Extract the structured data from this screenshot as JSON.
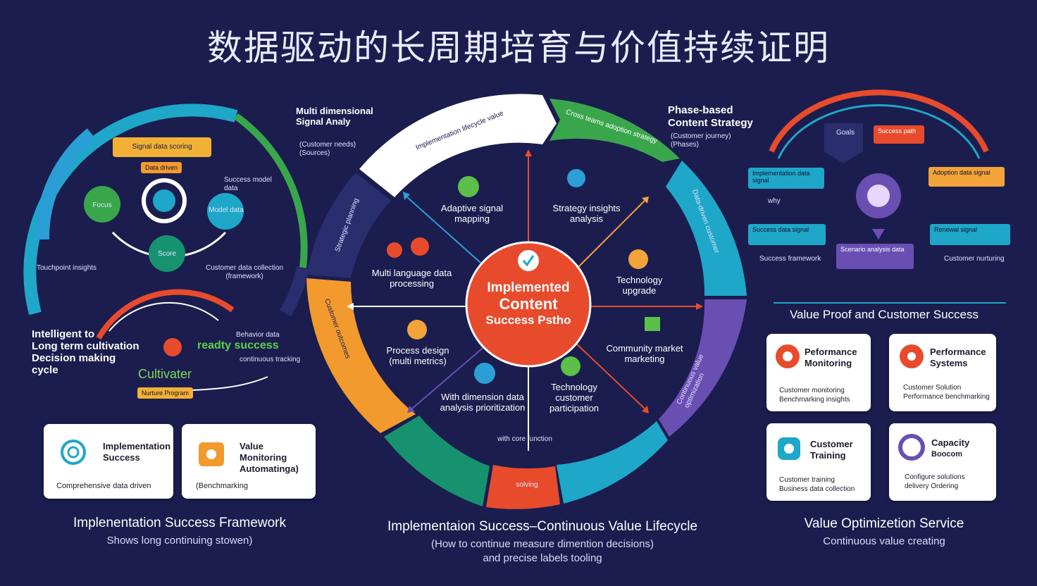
{
  "title": "数据驱动的长周期培育与价值持续证明",
  "center": {
    "line1": "Implemented",
    "line2": "Content",
    "line3": "Success Pstho"
  },
  "ring_segments": [
    "Implementation lifecycle value",
    "Cross teams adoption strategy",
    "Data-driven customer",
    "Continuous value optimization",
    "Customer outcomes",
    "Strategic planning"
  ],
  "spokes": [
    {
      "label": "Adaptive signal mapping",
      "color": "#5bbf4a"
    },
    {
      "label": "Strategy insights analysis",
      "color": "#2a9fd6"
    },
    {
      "label": "Multi language data processing",
      "color": "#e84b2c"
    },
    {
      "label": "Technology upgrade",
      "color": "#f2a33a"
    },
    {
      "label": "Process design (multi metrics)",
      "color": "#f2a33a"
    },
    {
      "label": "Community market marketing",
      "color": "#5bbf4a"
    },
    {
      "label": "With dimension data analysis prioritization",
      "color": "#2a9fd6"
    },
    {
      "label": "Technology customer participation",
      "color": "#5bbf4a"
    },
    {
      "label": "with core function",
      "color": "#fff"
    }
  ],
  "bottom_segment": "solving",
  "left": {
    "header": {
      "line1": "Multi dimensional",
      "line2": "Signal Analy",
      "line3": "(Customer needs)",
      "line4": "(Sources)"
    },
    "top_pill": "Signal data scoring",
    "small_pill": "Data driven",
    "nodes": [
      "Focus",
      "Model data",
      "Score"
    ],
    "side_texts": [
      "Success model data",
      "Touchpoint insights",
      "Customer data collection (framework)"
    ],
    "cultivate": {
      "intro1": "Intelligent to",
      "intro2": "Long term cultivation",
      "intro3": "Decision making",
      "intro4": "cycle",
      "ready": "readty success",
      "ready_note1": "Behavior data",
      "ready_note2": "continuous tracking",
      "word": "Cultivater",
      "note": "Nurture Program"
    }
  },
  "right": {
    "header": {
      "line1": "Phase-based",
      "line2": "Content Strategy",
      "line3": "(Customer journey)",
      "line4": "(Phases)"
    },
    "arc_pills": [
      "Goals",
      "Success path"
    ],
    "boxes": [
      "Implementation data signal",
      "Adoption data signal",
      "Success data signal",
      "Renewal signal",
      "Scenario analysis data"
    ],
    "notes": [
      "Success framework",
      "Customer nurturing"
    ],
    "question": "why"
  },
  "cards_left": [
    {
      "title1": "Implementation",
      "title2": "Success",
      "desc": "Comprehensive data driven"
    },
    {
      "title1": "Value",
      "title2": "Monitoring",
      "title3": "Automatinga)",
      "desc": "(Benchmarking"
    }
  ],
  "cards_right": [
    {
      "title1": "Peformance",
      "title2": "Monitoring",
      "desc1": "Customer monitoring",
      "desc2": "Benchmarking insights"
    },
    {
      "title1": "Performance",
      "title2": "Systems",
      "desc1": "Customer Solution",
      "desc2": "Performance benchmarking"
    },
    {
      "title1": "Customer",
      "title2": "Training",
      "desc1": "Customer training",
      "desc2": "Business data collection"
    },
    {
      "title1": "Capacity",
      "title2": "Boocom",
      "desc1": "Configure solutions",
      "desc2": "delivery Ordering"
    }
  ],
  "sections": {
    "left_title": "Implenentation Success Framework",
    "left_sub": "Shows long continuing stowen)",
    "mid_title": "Implementaion Success–Continuous Value Lifecycle",
    "mid_sub1": "(How to continue measure dimention decisions)",
    "mid_sub2": "and precise labels tooling",
    "right_title": "Value Proof and Customer Success",
    "right_bottom_title": "Value Optimizetion Service",
    "right_bottom_sub": "Continuous value creating"
  },
  "colors": {
    "background": "#1b1d4e",
    "center": "#e84b2c",
    "teal": "#1ea7c8",
    "green": "#3aa64c",
    "orange": "#f29a2e",
    "purple": "#6a4fb3",
    "navy": "#2a2d6e"
  }
}
